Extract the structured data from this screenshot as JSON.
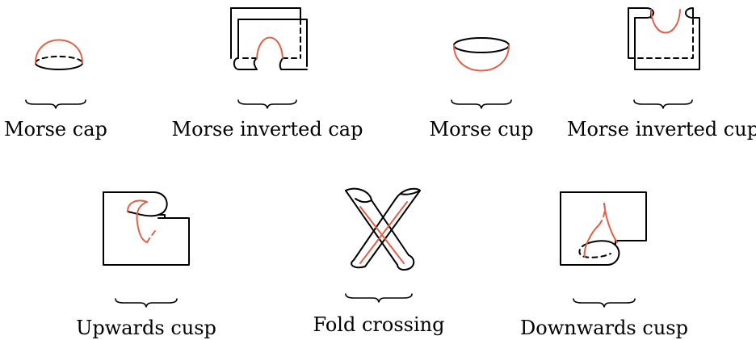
{
  "colors": {
    "ink": "#000000",
    "fold": "#e06048"
  },
  "panels": [
    {
      "label": "Morse cap"
    },
    {
      "label": "Morse inverted cap"
    },
    {
      "label": "Morse cup"
    },
    {
      "label": "Morse inverted cup"
    },
    {
      "label": "Upwards cusp"
    },
    {
      "label": "Fold crossing"
    },
    {
      "label": "Downwards cusp"
    }
  ]
}
